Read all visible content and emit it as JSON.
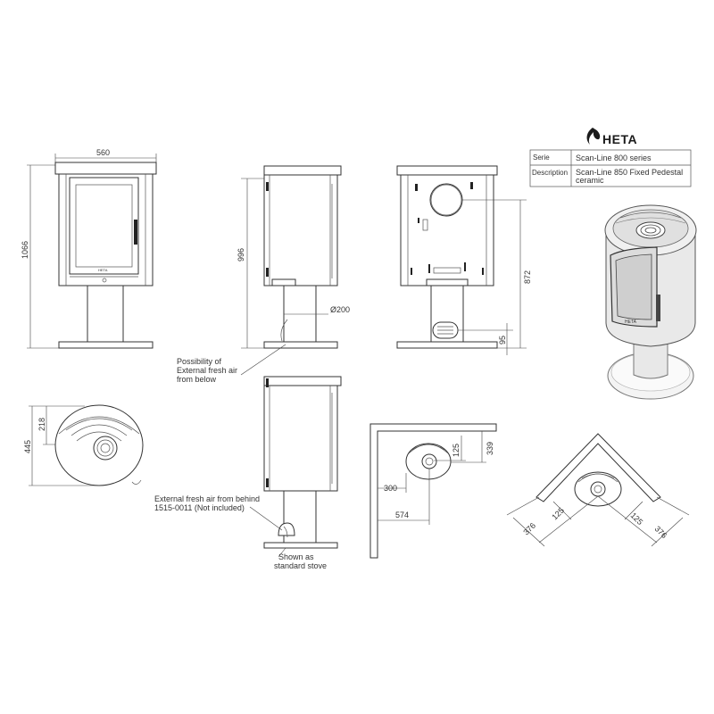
{
  "brand": {
    "name": "HETA"
  },
  "title_block": {
    "rows": [
      {
        "label": "Serie",
        "value": "Scan-Line 800 series"
      },
      {
        "label": "Description",
        "value": "Scan-Line 850 Fixed Pedestal",
        "value2": "ceramic"
      }
    ]
  },
  "dimensions": {
    "width_top": "560",
    "height_total": "1066",
    "height_side": "996",
    "flue_diameter": "Ø200",
    "height_back_flue": "872",
    "height_back_inlet": "95",
    "depth_plan": "445",
    "depth_plan_inner": "218",
    "corner_125": "125",
    "corner_339": "339",
    "corner_300": "300",
    "corner_574": "574",
    "diag_376_left": "376",
    "diag_125_left": "125",
    "diag_125_right": "125",
    "diag_376_right": "376"
  },
  "notes": {
    "fresh_air_below": [
      "Possibility of",
      "External fresh air",
      "from below"
    ],
    "fresh_air_behind": [
      "External fresh air from behind",
      "1515-0011 (Not included)"
    ],
    "standard_stove": [
      "Shown as",
      "standard stove"
    ]
  },
  "front_logo": "HETA"
}
